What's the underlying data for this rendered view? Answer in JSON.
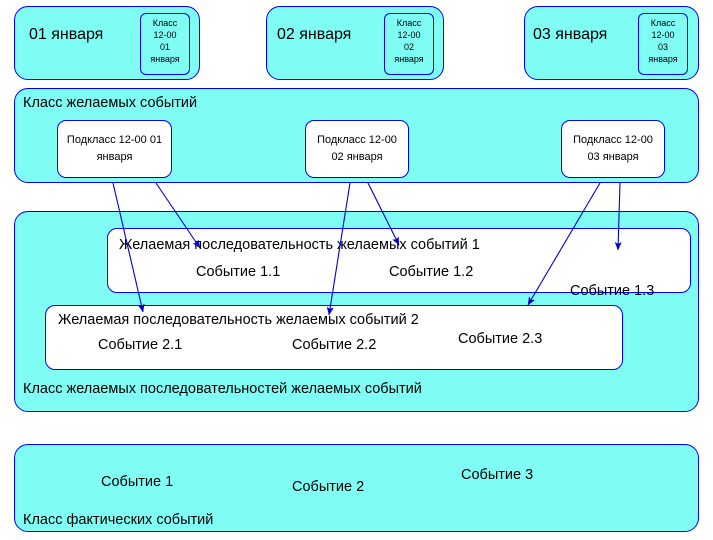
{
  "colors": {
    "fill_cyan": "#7ffdf5",
    "fill_white": "#ffffff",
    "stroke_blue": "#0000ff",
    "arrow_blue": "#0000cc",
    "text": "#000000"
  },
  "days": [
    {
      "title": "01 января",
      "chip_lines": [
        "Класс",
        "12-00",
        "01",
        "января"
      ]
    },
    {
      "title": "02 января",
      "chip_lines": [
        "Класс",
        "12-00",
        "02",
        "января"
      ]
    },
    {
      "title": "03 января",
      "chip_lines": [
        "Класс",
        "12-00",
        "03",
        "января"
      ]
    }
  ],
  "desired_events_class": {
    "title": "Класс желаемых событий",
    "subclasses": [
      {
        "line1": "Подкласс 12-00 01",
        "line2": "января"
      },
      {
        "line1": "Подкласс 12-00",
        "line2": "02 января"
      },
      {
        "line1": "Подкласс 12-00",
        "line2": "03 января"
      }
    ]
  },
  "sequences_class": {
    "footer_label": "Класс желаемых последовательностей желаемых событий",
    "sequences": [
      {
        "title": "Желаемая последовательность желаемых событий 1",
        "events": [
          "Событие 1.1",
          "Событие 1.2",
          "Событие 1.3"
        ]
      },
      {
        "title": "Желаемая последовательность желаемых событий 2",
        "events": [
          "Событие 2.1",
          "Событие 2.2",
          "Событие 2.3"
        ]
      }
    ]
  },
  "actual_events_class": {
    "footer_label": "Класс фактических событий",
    "events": [
      "Событие 1",
      "Событие 2",
      "Событие 3"
    ]
  }
}
